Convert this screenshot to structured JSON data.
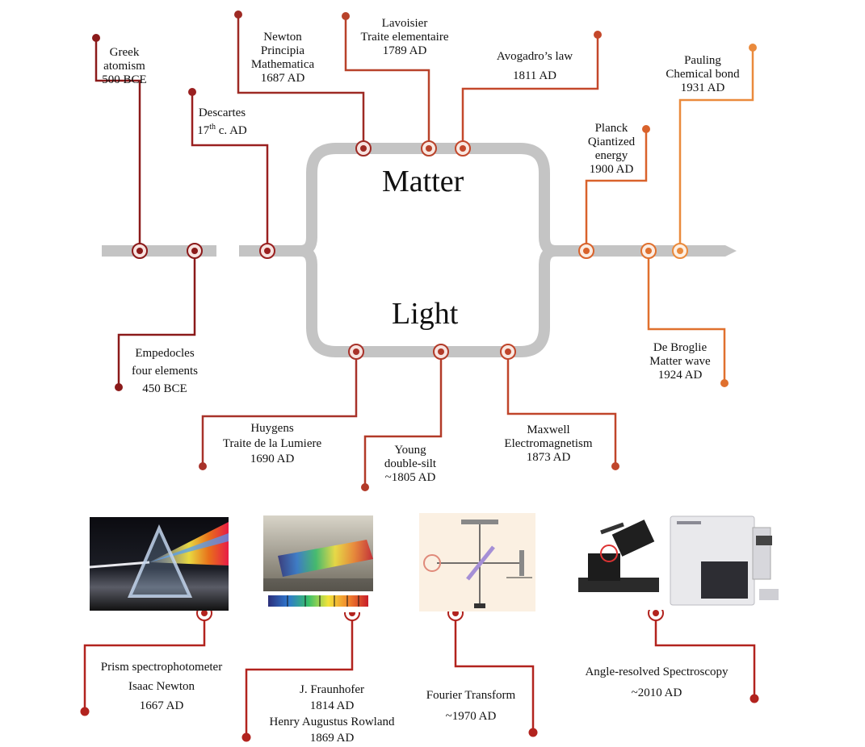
{
  "center": {
    "matter_label": "Matter",
    "light_label": "Light"
  },
  "events": {
    "greek": [
      "Greek",
      "atomism",
      "500 BCE"
    ],
    "empedocles": [
      "Empedocles",
      "four elements",
      "450 BCE"
    ],
    "descartes": {
      "name": "Descartes",
      "century": "17",
      "century_sup": "th",
      "century_suffix": " c. AD"
    },
    "newton": [
      "Newton",
      "Principia",
      "Mathematica",
      "1687 AD"
    ],
    "lavoisier": [
      "Lavoisier",
      "Traite elementaire",
      "1789 AD"
    ],
    "avogadro": [
      "Avogadro’s law",
      "1811 AD"
    ],
    "planck": [
      "Planck",
      "Qiantized",
      "energy",
      "1900 AD"
    ],
    "pauling": [
      "Pauling",
      "Chemical bond",
      "1931 AD"
    ],
    "debroglie": [
      "De Broglie",
      "Matter wave",
      "1924 AD"
    ],
    "huygens": [
      "Huygens",
      "Traite de la Lumiere",
      "1690 AD"
    ],
    "young": [
      "Young",
      "double-silt",
      "~1805 AD"
    ],
    "maxwell": [
      "Maxwell",
      "Electromagnetism",
      "1873 AD"
    ]
  },
  "instruments": {
    "prism": [
      "Prism spectrophotometer",
      "Isaac Newton",
      "1667 AD"
    ],
    "fraunhofer": [
      "J. Fraunhofer",
      "1814 AD",
      "Henry Augustus Rowland",
      "1869 AD"
    ],
    "fourier": [
      "Fourier Transform",
      "~1970 AD"
    ],
    "arpes": [
      "Angle-resolved Spectroscopy",
      "~2010 AD"
    ]
  },
  "colors": {
    "track": "#c4c4c4",
    "dark_red": "#8b1a1a",
    "red": "#a8322a",
    "red_orange": "#c0452a",
    "orange": "#d9622b",
    "light_orange": "#ea8a3c"
  }
}
